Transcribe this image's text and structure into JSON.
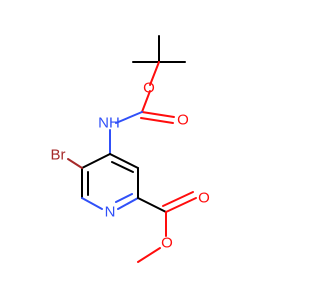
{
  "atoms": {
    "br": {
      "text": "Br",
      "color": "#a62929"
    },
    "n_ring": {
      "text": "N",
      "color": "#3050f8"
    },
    "nh": {
      "text": "NH",
      "color": "#3050f8"
    },
    "o_ester_carbonyl": {
      "text": "O",
      "color": "#ff0d0d"
    },
    "o_ester_ether": {
      "text": "O",
      "color": "#ff0d0d"
    },
    "o_boc_carbonyl": {
      "text": "O",
      "color": "#ff0d0d"
    },
    "o_boc_ether": {
      "text": "O",
      "color": "#ff0d0d"
    }
  }
}
